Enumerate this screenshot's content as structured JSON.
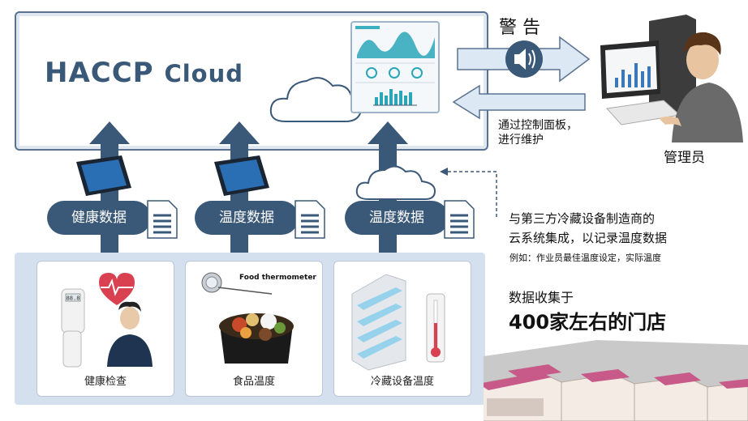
{
  "cloud": {
    "brand_main": "HACCP",
    "brand_sub": "Cloud"
  },
  "alert_label": "警 告",
  "maintenance_text": [
    "通过控制面板，",
    "进行维护"
  ],
  "admin_label": "管理员",
  "data_pills": [
    {
      "label": "健康数据"
    },
    {
      "label": "温度数据"
    },
    {
      "label": "温度数据"
    }
  ],
  "third_party": {
    "line1": "与第三方冷藏设备制造商的",
    "line2": "云系统集成，以记录温度数据",
    "note": "例如：作业员最佳温度设定，实际温度"
  },
  "stores": {
    "line1": "数据收集于",
    "line2": "400家左右的门店"
  },
  "cards": [
    {
      "label": "健康检查",
      "thermo_reading": "88.8"
    },
    {
      "label": "食品温度",
      "caption": "Food thermometer"
    },
    {
      "label": "冷藏设备温度"
    }
  ],
  "colors": {
    "navy": "#3a5878",
    "panel": "#d4e0ee",
    "arrow_light": "#dce8f4",
    "alert_red": "#d94050"
  }
}
